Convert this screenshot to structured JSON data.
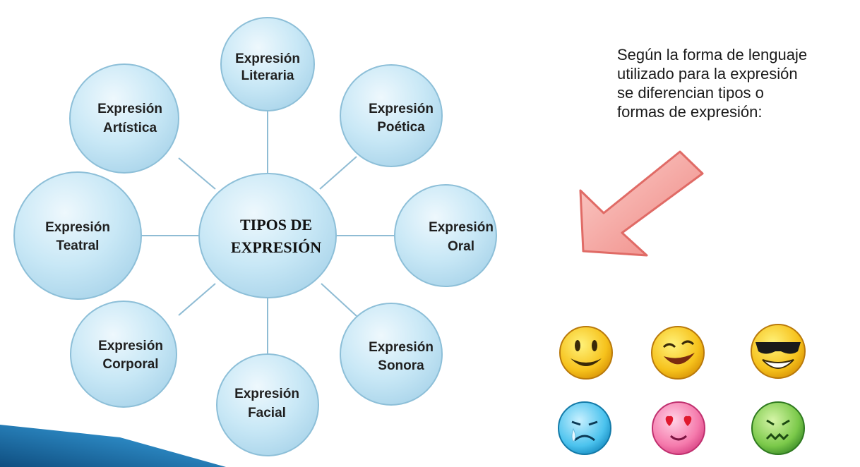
{
  "diagram": {
    "center": {
      "line1": "TIPOS DE",
      "line2": "EXPRESIÓN"
    },
    "nodes": [
      {
        "id": "literaria",
        "line1": "Expresión",
        "line2": "Literaria"
      },
      {
        "id": "poetica",
        "line1": "Expresión",
        "line2": "Poética"
      },
      {
        "id": "oral",
        "line1": "Expresión",
        "line2": "Oral"
      },
      {
        "id": "sonora",
        "line1": "Expresión",
        "line2": "Sonora"
      },
      {
        "id": "facial",
        "line1": "Expresión",
        "line2": "Facial"
      },
      {
        "id": "corporal",
        "line1": "Expresión",
        "line2": "Corporal"
      },
      {
        "id": "teatral",
        "line1": "Expresión",
        "line2": "Teatral"
      },
      {
        "id": "artistica",
        "line1": "Expresión",
        "line2": "Artística"
      }
    ]
  },
  "description": {
    "lines": [
      "Según la forma de lenguaje",
      "utilizado para la expresión",
      "se diferencian tipos o",
      "formas de expresión:"
    ]
  },
  "decorations": {
    "arrow_color": "#f08a86",
    "emoticons": [
      "smiling-face-icon",
      "laughing-face-icon",
      "sunglasses-face-icon",
      "crying-face-icon",
      "heart-eyes-face-icon",
      "sick-face-icon"
    ]
  },
  "colors": {
    "bubble_fill": "#bfe3f3",
    "bubble_stroke": "#8dbfd8",
    "connector": "#8fbcd4",
    "corner_band": "#1f6ea6"
  }
}
